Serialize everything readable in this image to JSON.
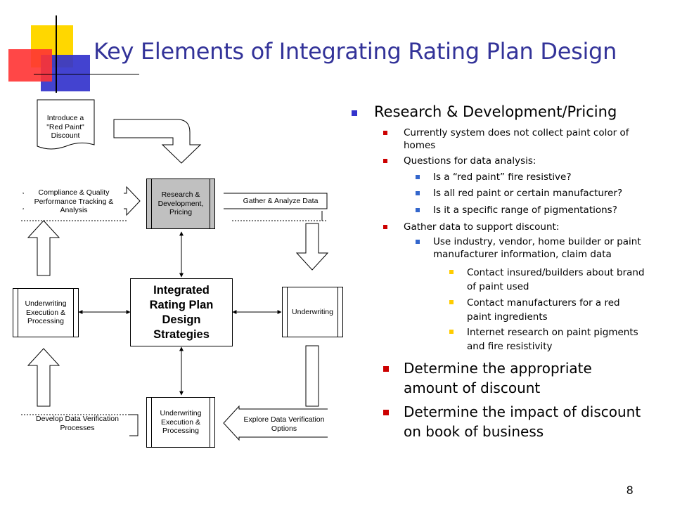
{
  "slide": {
    "title": "Key Elements of Integrating Rating Plan Design",
    "page_number": "8",
    "colors": {
      "title": "#333399",
      "bullet_l1": "#3333cc",
      "bullet_l2": "#cc0000",
      "bullet_l3": "#3366cc",
      "bullet_l4": "#ffcc00",
      "deco_yellow": "#ffd700",
      "deco_red": "#ff3333",
      "deco_blue": "#3333cc"
    }
  },
  "bullets": [
    {
      "level": 1,
      "text": "Research & Development/Pricing"
    },
    {
      "level": 2,
      "lines": [
        "Currently system does not collect paint color of",
        "homes"
      ]
    },
    {
      "level": 2,
      "lines": [
        "Questions for data analysis:"
      ]
    },
    {
      "level": 3,
      "lines": [
        "Is a “red paint” fire resistive?"
      ]
    },
    {
      "level": 3,
      "lines": [
        "Is all red paint or certain manufacturer?"
      ]
    },
    {
      "level": 3,
      "lines": [
        "Is it a specific range of pigmentations?"
      ]
    },
    {
      "level": 2,
      "lines": [
        "Gather data to support discount:"
      ]
    },
    {
      "level": 3,
      "lines": [
        "Use industry, vendor, home builder or paint",
        "manufacturer  information, claim data"
      ]
    },
    {
      "level": 4,
      "lines": [
        "Contact insured/builders about brand",
        "of paint used"
      ]
    },
    {
      "level": 4,
      "lines": [
        "Contact manufacturers  for a red",
        "paint ingredients"
      ]
    },
    {
      "level": 4,
      "lines": [
        "Internet research on paint pigments",
        "and fire resistivity"
      ]
    },
    {
      "level": 2,
      "big": true,
      "lines": [
        "Determine the appropriate",
        "amount of discount"
      ]
    },
    {
      "level": 2,
      "big": true,
      "lines": [
        "Determine the impact of discount",
        "on book of business"
      ]
    }
  ],
  "diagram": {
    "doc_label": "Introduce a \"Red Paint\" Discount",
    "center": "Integrated Rating Plan Design Strategies",
    "top_box": "Research & Development, Pricing",
    "right_box": "Underwriting",
    "left_box": "Underwriting Execution & Processing",
    "bottom_box": "Underwriting Execution & Processing",
    "compliance_label": "Compliance & Quality Performance Tracking & Analysis",
    "gather_label": "Gather & Analyze Data",
    "develop_label": "Develop Data Verification Processes",
    "explore_label": "Explore Data Verification Options"
  }
}
